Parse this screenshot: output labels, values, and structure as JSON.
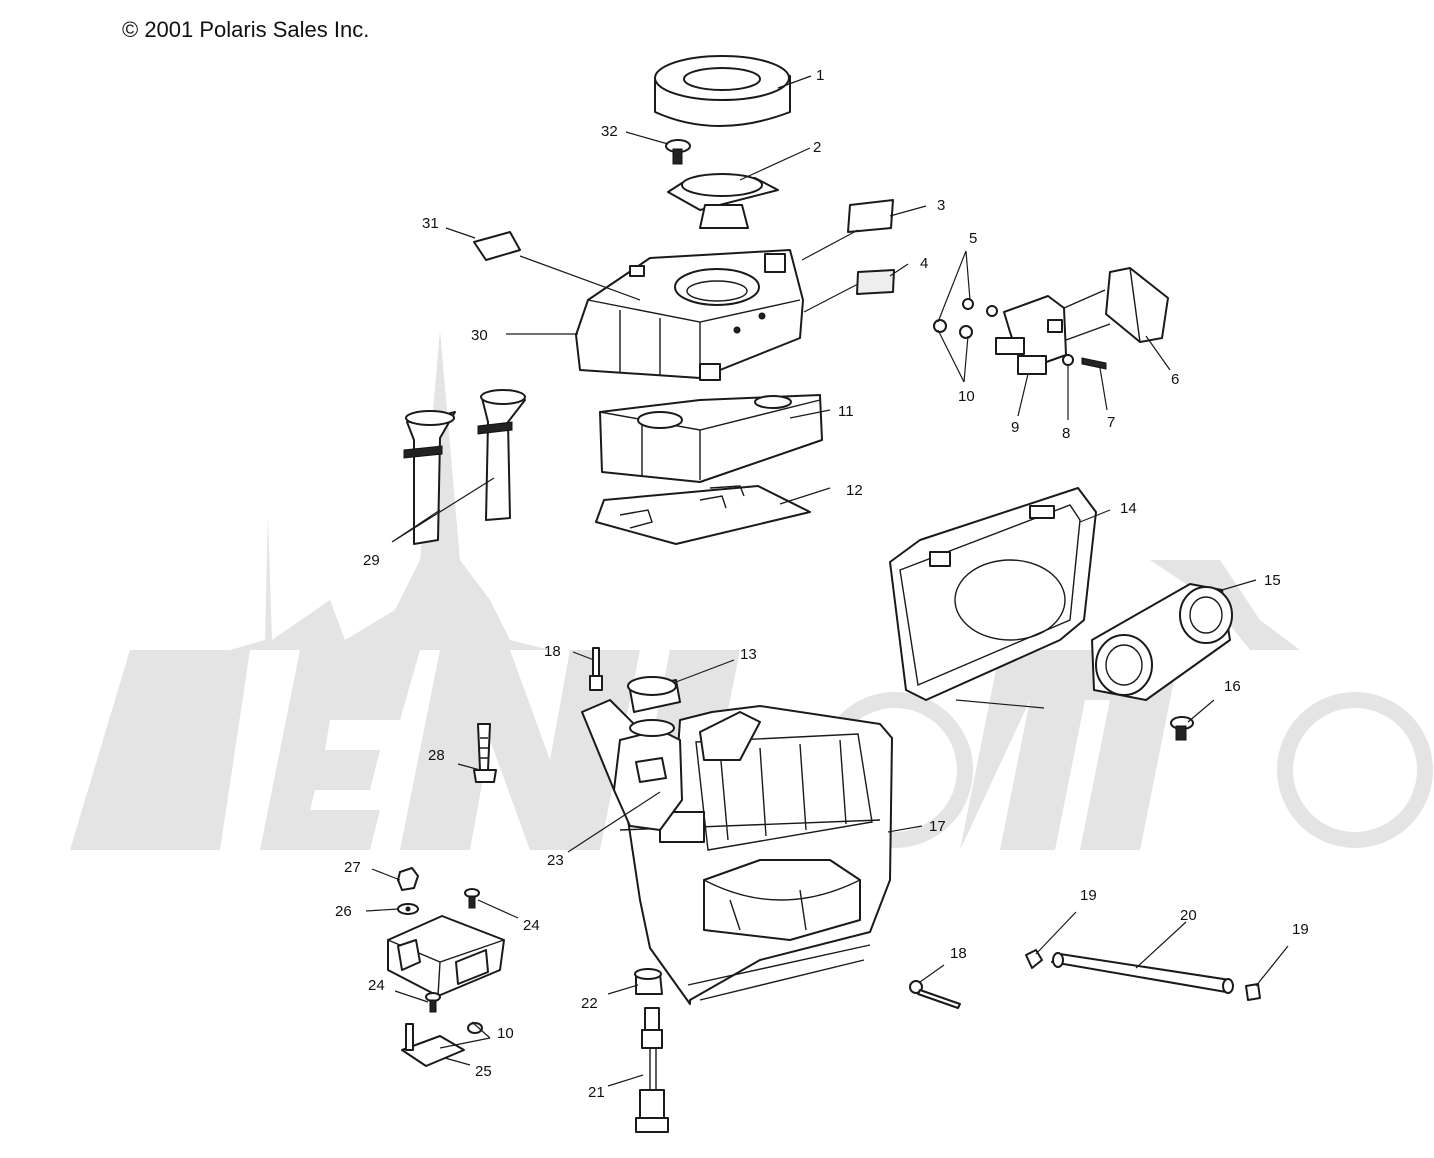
{
  "copyright": "© 2001 Polaris Sales Inc.",
  "callouts": {
    "c1": "1",
    "c2": "2",
    "c3": "3",
    "c4": "4",
    "c5": "5",
    "c6": "6",
    "c7": "7",
    "c8": "8",
    "c9": "9",
    "c10a": "10",
    "c10b": "10",
    "c11": "11",
    "c12": "12",
    "c13": "13",
    "c14": "14",
    "c15": "15",
    "c16": "16",
    "c17": "17",
    "c18a": "18",
    "c18b": "18",
    "c19a": "19",
    "c19b": "19",
    "c20": "20",
    "c21": "21",
    "c22": "22",
    "c23": "23",
    "c24a": "24",
    "c24b": "24",
    "c25": "25",
    "c26": "26",
    "c27": "27",
    "c28": "28",
    "c29": "29",
    "c30": "30",
    "c31": "31",
    "c32": "32"
  }
}
